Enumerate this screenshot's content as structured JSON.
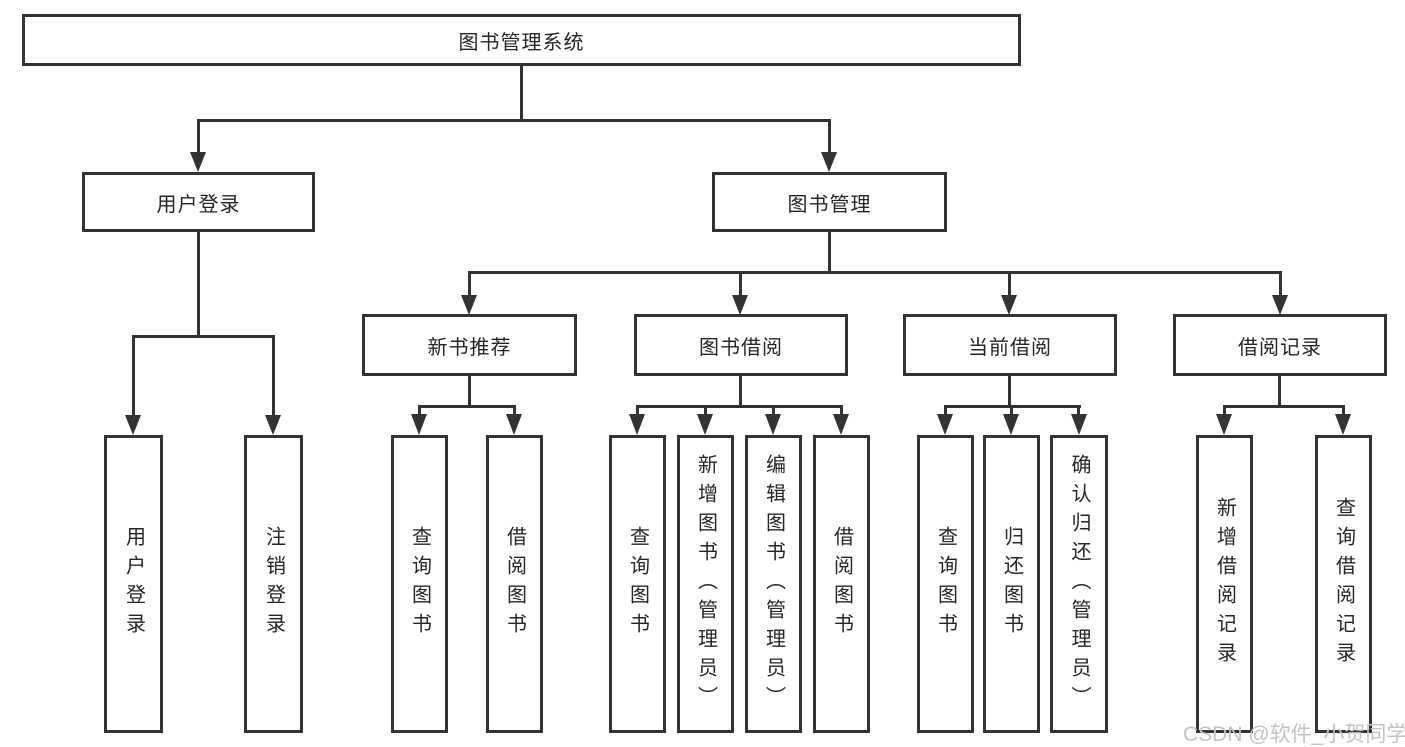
{
  "tree": {
    "root": "图书管理系统",
    "branches": [
      {
        "label": "用户登录",
        "children": [
          "用户登录",
          "注销登录"
        ]
      },
      {
        "label": "图书管理",
        "groups": [
          {
            "label": "新书推荐",
            "children": [
              "查询图书",
              "借阅图书"
            ]
          },
          {
            "label": "图书借阅",
            "children": [
              "查询图书",
              "新增图书（管理员）",
              "编辑图书（管理员）",
              "借阅图书"
            ]
          },
          {
            "label": "当前借阅",
            "children": [
              "查询图书",
              "归还图书",
              "确认归还（管理员）"
            ]
          },
          {
            "label": "借阅记录",
            "children": [
              "新增借阅记录",
              "查询借阅记录"
            ]
          }
        ]
      }
    ]
  },
  "watermark": "CSDN @软件_小贺同学",
  "colors": {
    "line": "#333333",
    "text": "#262626",
    "background": "#ffffff",
    "watermark": "#c4c4c4"
  }
}
